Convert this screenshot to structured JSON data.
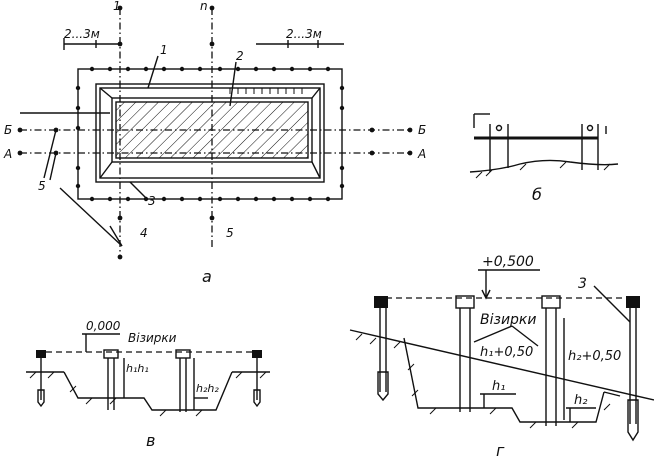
{
  "labels": {
    "axis_1": "1",
    "axis_n": "n",
    "dim_left": "2...3м",
    "dim_right": "2...3м",
    "callout_1": "1",
    "callout_2": "2",
    "callout_3": "3",
    "callout_4": "4",
    "callout_5_left": "5",
    "callout_5_bottom": "5",
    "axis_B_left": "Б",
    "axis_B_right": "Б",
    "axis_A_left": "А",
    "axis_A_right": "А",
    "caption_a": "а",
    "caption_b": "б",
    "caption_v": "в",
    "caption_g": "г",
    "level_000": "0,000",
    "visirki_v": "Візирки",
    "h1h1": "h₁h₁",
    "h2h2": "h₂h₂",
    "level_500": "+0,500",
    "callout_3_g": "3",
    "visirki_g": "Візирки",
    "h1_plus": "h₁+0,50",
    "h2_plus": "h₂+0,50",
    "h1_g": "h₁",
    "h2_g": "h₂"
  }
}
